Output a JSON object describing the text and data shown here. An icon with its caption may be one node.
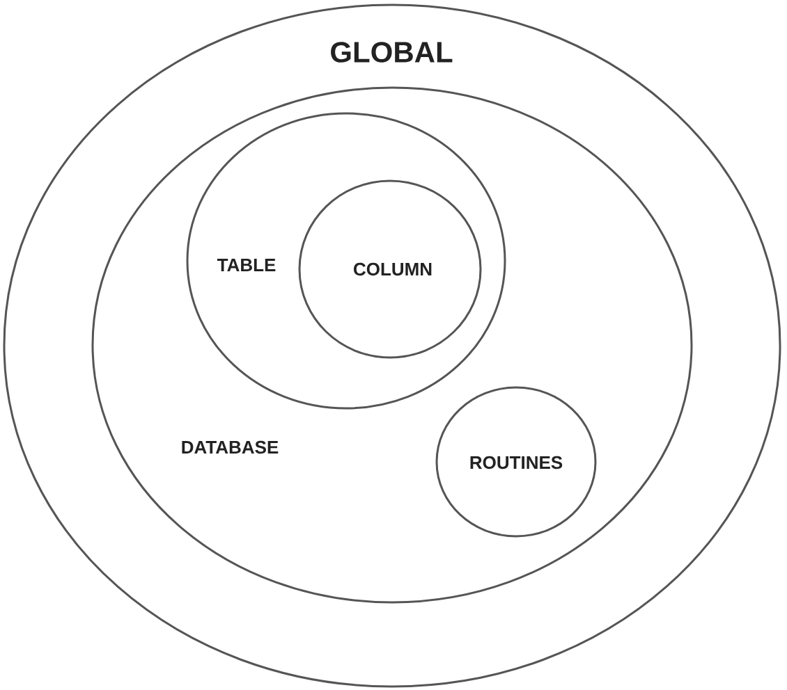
{
  "diagram": {
    "nodes": [
      {
        "text": [
          "GLOBAL"
        ]
      },
      {
        "text": [
          "DATABASE"
        ],
        "in": 0
      },
      {
        "text": [
          "TABLE"
        ],
        "in": 1
      },
      {
        "text": [
          "COLUMN"
        ],
        "in": 2
      },
      {
        "text": [
          "ROUTINES"
        ],
        "in": 1
      }
    ]
  }
}
